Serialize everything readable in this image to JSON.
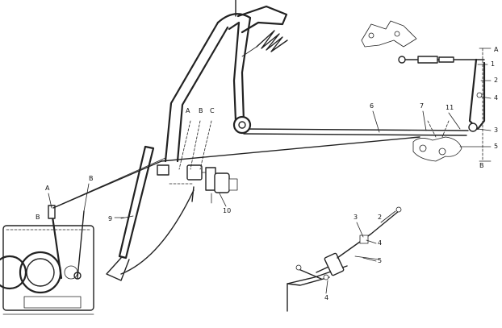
{
  "labels": {
    "section_a": "A",
    "section_b": "B",
    "l1": "1",
    "l2": "2",
    "l4_top": "4",
    "l3": "3",
    "l5": "5",
    "l6": "6",
    "l7": "7",
    "l11": "11",
    "pos_a": "A",
    "pos_b": "B",
    "pos_c": "C",
    "left_a": "A",
    "left_b": "B",
    "left_b2": "B",
    "l9": "9",
    "l10": "10",
    "d3": "3",
    "d2": "2",
    "d4": "4",
    "d5": "5",
    "d4b": "4"
  }
}
